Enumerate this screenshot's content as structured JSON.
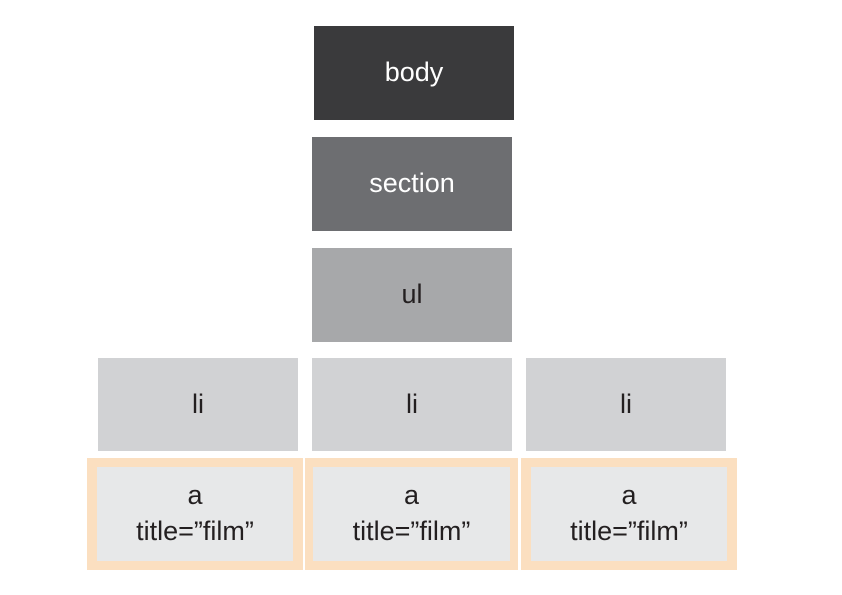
{
  "tree": {
    "body": {
      "label": "body",
      "color": "#3a3a3c"
    },
    "section": {
      "label": "section",
      "color": "#6d6e71"
    },
    "ul": {
      "label": "ul",
      "color": "#a7a8aa"
    },
    "li_items": [
      {
        "label": "li"
      },
      {
        "label": "li"
      },
      {
        "label": "li"
      }
    ],
    "li_color": "#d1d2d4",
    "anchors": [
      {
        "tag": "a",
        "attr": "title=”film”"
      },
      {
        "tag": "a",
        "attr": "title=”film”"
      },
      {
        "tag": "a",
        "attr": "title=”film”"
      }
    ],
    "anchor_highlight_color": "#fbdfc0",
    "anchor_fill_color": "#e7e8e9"
  }
}
